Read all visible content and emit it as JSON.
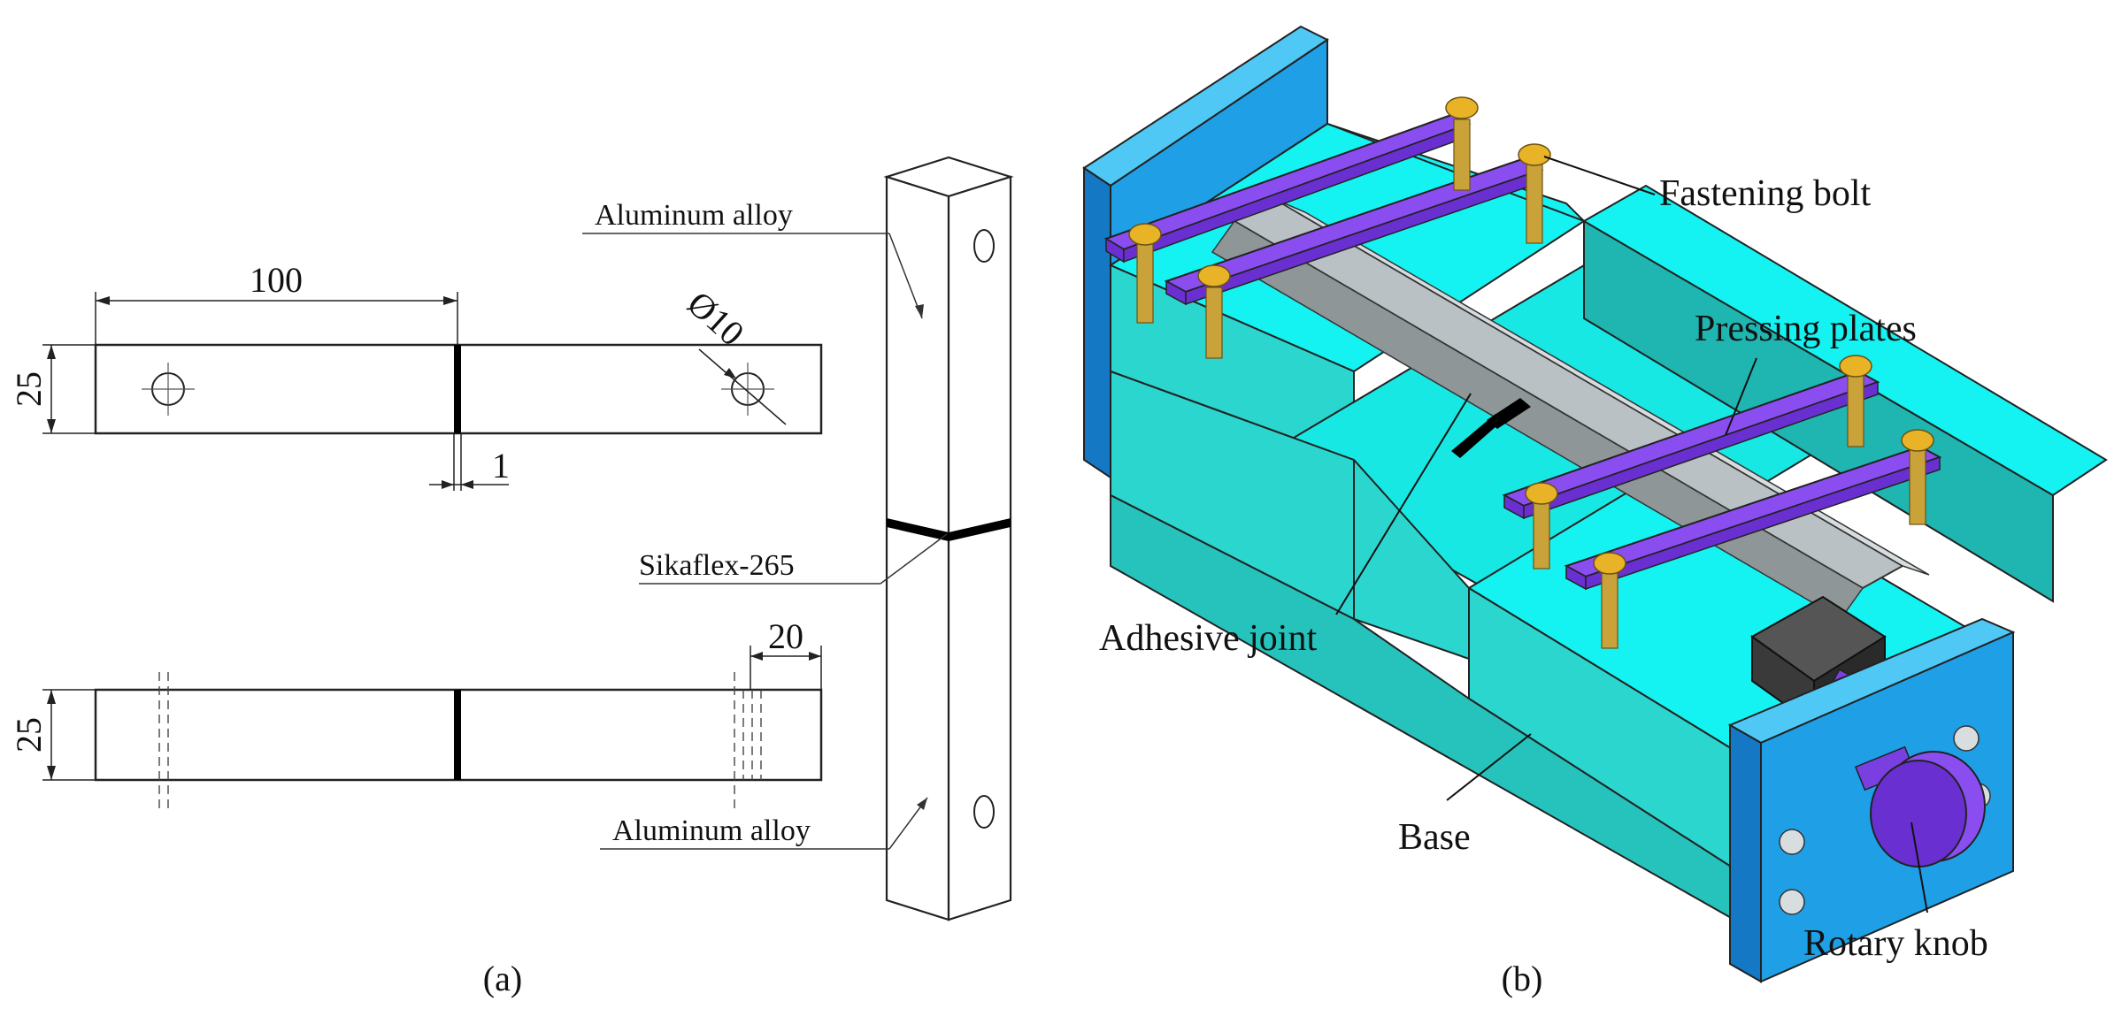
{
  "panel_a": {
    "caption": "(a)",
    "dimensions": {
      "length": "100",
      "width_top": "25",
      "gap": "1",
      "hole_diameter": "Ø10",
      "width_bottom": "25",
      "hole_offset": "20"
    },
    "labels": {
      "aluminum_top": "Aluminum alloy",
      "adhesive": "Sikaflex-265",
      "aluminum_bottom": "Aluminum alloy"
    }
  },
  "panel_b": {
    "caption": "(b)",
    "labels": {
      "fastening_bolt": "Fastening bolt",
      "pressing_plates": "Pressing plates",
      "adhesive_joint": "Adhesive joint",
      "base": "Base",
      "rotary_knob": "Rotary knob"
    }
  },
  "colors": {
    "cyan_top": "#15f2f2",
    "cyan_face": "#2bd6cf",
    "cyan_side": "#1fb5b0",
    "blue_plate": "#1e9fe6",
    "blue_plate_dark": "#1578c4",
    "purple": "#8a4df0",
    "purple_dark": "#6a2fd0",
    "gold": "#e8b326",
    "gray_specimen": "#b9c1c4",
    "gray_dark": "#3a3a3a"
  }
}
